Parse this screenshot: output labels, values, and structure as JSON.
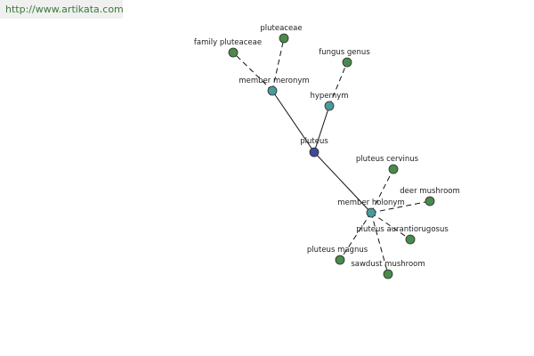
{
  "watermark": "http://www.artikata.com",
  "colors": {
    "center": "#3f4a9a",
    "relation": "#4a9a9a",
    "leaf": "#4a8a4a"
  },
  "nodes": [
    {
      "id": "pluteus",
      "label": "pluteus",
      "kind": "center"
    },
    {
      "id": "member-meronym",
      "label": "member meronym",
      "kind": "relation"
    },
    {
      "id": "hypernym",
      "label": "hypernym",
      "kind": "relation"
    },
    {
      "id": "member-holonym",
      "label": "member holonym",
      "kind": "relation"
    },
    {
      "id": "family-pluteaceae",
      "label": "family pluteaceae",
      "kind": "leaf"
    },
    {
      "id": "pluteaceae",
      "label": "pluteaceae",
      "kind": "leaf"
    },
    {
      "id": "fungus-genus",
      "label": "fungus genus",
      "kind": "leaf"
    },
    {
      "id": "pluteus-cervinus",
      "label": "pluteus cervinus",
      "kind": "leaf"
    },
    {
      "id": "deer-mushroom",
      "label": "deer mushroom",
      "kind": "leaf"
    },
    {
      "id": "pluteus-aurantiorugosus",
      "label": "pluteus aurantiorugosus",
      "kind": "leaf"
    },
    {
      "id": "pluteus-magnus",
      "label": "pluteus magnus",
      "kind": "leaf"
    },
    {
      "id": "sawdust-mushroom",
      "label": "sawdust mushroom",
      "kind": "leaf"
    }
  ],
  "edges": [
    {
      "from": "pluteus",
      "to": "member-meronym",
      "style": "solid"
    },
    {
      "from": "pluteus",
      "to": "hypernym",
      "style": "solid"
    },
    {
      "from": "pluteus",
      "to": "member-holonym",
      "style": "solid"
    },
    {
      "from": "member-meronym",
      "to": "family-pluteaceae",
      "style": "dashed"
    },
    {
      "from": "member-meronym",
      "to": "pluteaceae",
      "style": "dashed"
    },
    {
      "from": "hypernym",
      "to": "fungus-genus",
      "style": "dashed"
    },
    {
      "from": "member-holonym",
      "to": "pluteus-cervinus",
      "style": "dashed"
    },
    {
      "from": "member-holonym",
      "to": "deer-mushroom",
      "style": "dashed"
    },
    {
      "from": "member-holonym",
      "to": "pluteus-aurantiorugosus",
      "style": "dashed"
    },
    {
      "from": "member-holonym",
      "to": "pluteus-magnus",
      "style": "dashed"
    },
    {
      "from": "member-holonym",
      "to": "sawdust-mushroom",
      "style": "dashed"
    }
  ]
}
